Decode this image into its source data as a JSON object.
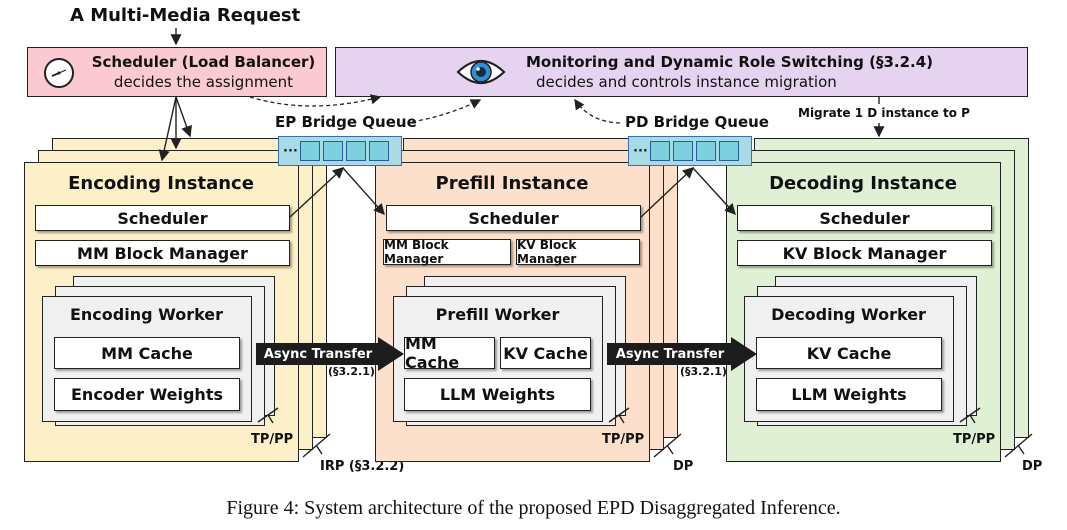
{
  "header": {
    "request_label": "A Multi-Media Request"
  },
  "scheduler": {
    "title": "Scheduler (Load Balancer)",
    "subtitle": "decides the assignment",
    "icon": "clock-icon",
    "color": "#fbc9d2"
  },
  "monitor": {
    "title": "Monitoring and Dynamic Role Switching (§3.2.4)",
    "subtitle": "decides and controls instance migration",
    "icon": "eye-icon",
    "color": "#e5d3f0",
    "migrate_label": "Migrate 1 D instance to P"
  },
  "queues": {
    "ep": {
      "label": "EP Bridge Queue",
      "dots": "···"
    },
    "pd": {
      "label": "PD Bridge Queue",
      "dots": "···"
    },
    "color": "#7dd1de"
  },
  "instances": {
    "encoding": {
      "title": "Encoding Instance",
      "color": "#fdf0c8",
      "scheduler": "Scheduler",
      "block_manager": "MM Block Manager",
      "worker": {
        "title": "Encoding Worker",
        "cache": "MM Cache",
        "weights": "Encoder Weights"
      },
      "parallel_worker": "TP/PP",
      "parallel_instance": "IRP (§3.2.2)"
    },
    "prefill": {
      "title": "Prefill Instance",
      "color": "#fde0cb",
      "scheduler": "Scheduler",
      "block_manager_mm": "MM Block Manager",
      "block_manager_kv": "KV Block Manager",
      "worker": {
        "title": "Prefill Worker",
        "cache_mm": "MM Cache",
        "cache_kv": "KV Cache",
        "weights": "LLM Weights"
      },
      "parallel_worker": "TP/PP",
      "parallel_instance": "DP"
    },
    "decoding": {
      "title": "Decoding Instance",
      "color": "#dff0d4",
      "scheduler": "Scheduler",
      "block_manager": "KV Block Manager",
      "worker": {
        "title": "Decoding Worker",
        "cache": "KV Cache",
        "weights": "LLM Weights"
      },
      "parallel_worker": "TP/PP",
      "parallel_instance": "DP"
    }
  },
  "transfers": {
    "ep": {
      "label": "Async Transfer",
      "ref": "(§3.2.1)"
    },
    "pd": {
      "label": "Async Transfer",
      "ref": "(§3.2.1)"
    }
  },
  "caption": "Figure 4: System architecture of the proposed EPD Disaggregated Inference."
}
